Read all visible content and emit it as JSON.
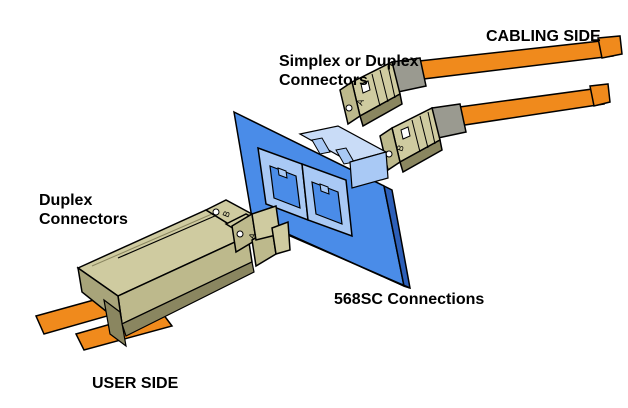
{
  "labels": {
    "cabling_side": "CABLING SIDE",
    "simplex_duplex_line1": "Simplex or Duplex",
    "simplex_duplex_line2": "Connectors",
    "duplex_line1": "Duplex",
    "duplex_line2": "Connectors",
    "connections": "568SC Connections",
    "user_side": "USER SIDE"
  },
  "connector_marks": {
    "cabling_upper": "A",
    "cabling_lower": "B",
    "user_upper": "B",
    "user_lower": "A"
  },
  "colors": {
    "fiber": "#f08a1c",
    "connector_body": "#cfcba0",
    "connector_dark": "#8a8660",
    "connector_grip": "#9a9a90",
    "panel_face": "#4a8ce8",
    "panel_edge": "#2d5fb8",
    "adapter": "#a9c9f5",
    "outline": "#000000"
  }
}
